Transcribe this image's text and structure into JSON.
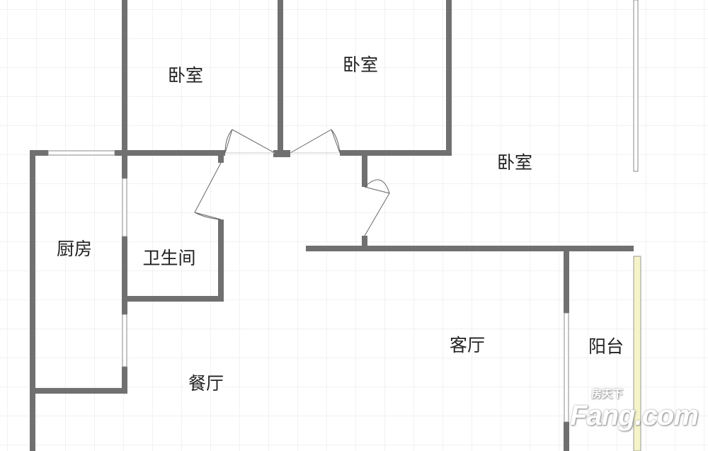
{
  "rooms": {
    "bedroom_1": "卧室",
    "bedroom_2": "卧室",
    "bedroom_3": "卧室",
    "kitchen": "厨房",
    "bathroom": "卫生间",
    "living_room": "客厅",
    "balcony": "阳台",
    "dining_room": "餐厅"
  },
  "watermark": {
    "brand": "Fang.com",
    "brand_cn": "房天下"
  },
  "colors": {
    "wall": "#707070",
    "grid": "#e6e6e6",
    "balcony_rail": "#f5f3c8"
  }
}
